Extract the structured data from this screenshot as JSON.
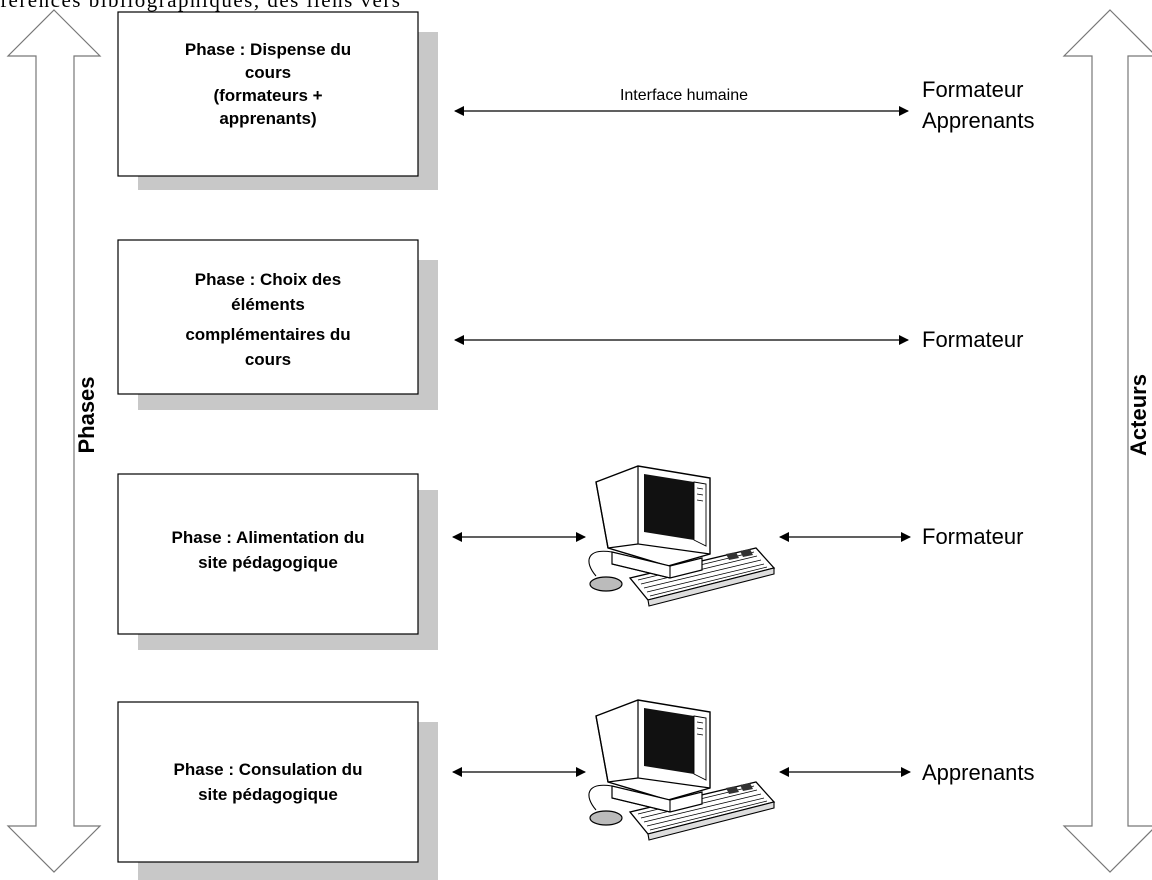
{
  "header_fragment": "férences  bibliographiques,  des  liens  vers",
  "left_axis_label": "Phases",
  "right_axis_label": "Acteurs",
  "phases": [
    {
      "lines": [
        "Phase  : Dispense du",
        "cours",
        "(formateurs +",
        "apprenants)"
      ]
    },
    {
      "lines": [
        "Phase :  Choix des",
        "éléments",
        "complémentaires du",
        "cours"
      ]
    },
    {
      "lines": [
        "Phase  : Alimentation du",
        "site pédagogique"
      ]
    },
    {
      "lines": [
        "Phase  : Consulation du",
        "site pédagogique"
      ]
    }
  ],
  "links": [
    {
      "label": "Interface humaine",
      "via_computer": false
    },
    {
      "label": "",
      "via_computer": false
    },
    {
      "label": "",
      "via_computer": true
    },
    {
      "label": "",
      "via_computer": true
    }
  ],
  "actors": [
    {
      "lines": [
        "Formateur",
        "Apprenants"
      ]
    },
    {
      "lines": [
        "Formateur"
      ]
    },
    {
      "lines": [
        "Formateur"
      ]
    },
    {
      "lines": [
        "Apprenants"
      ]
    }
  ],
  "icons": [
    "computer-icon"
  ]
}
